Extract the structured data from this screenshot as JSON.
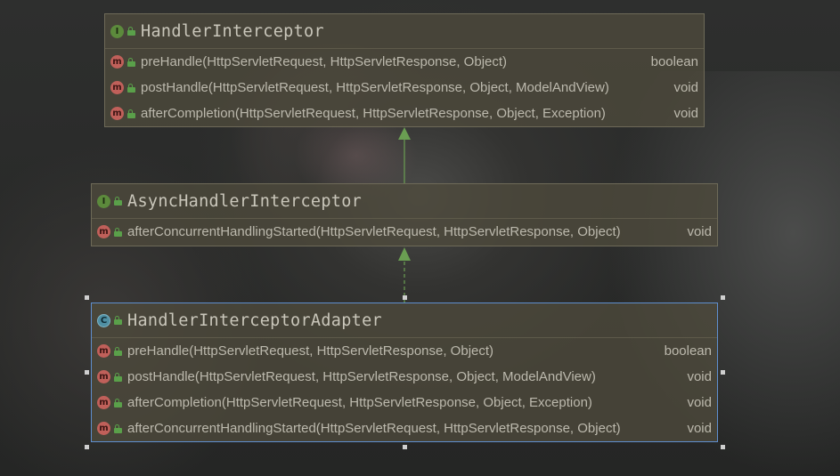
{
  "colors": {
    "interface_icon": "#5c8a3c",
    "class_icon": "#4f8fa3",
    "method_icon": "#c0605a",
    "edge": "#6a9e52",
    "selection_border": "#5f8fcf"
  },
  "classes": [
    {
      "kind": "interface",
      "kind_letter": "I",
      "name": "HandlerInterceptor",
      "methods": [
        {
          "icon_letter": "m",
          "signature": "preHandle(HttpServletRequest, HttpServletResponse, Object)",
          "return_type": "boolean"
        },
        {
          "icon_letter": "m",
          "signature": "postHandle(HttpServletRequest, HttpServletResponse, Object, ModelAndView)",
          "return_type": "void"
        },
        {
          "icon_letter": "m",
          "signature": "afterCompletion(HttpServletRequest, HttpServletResponse, Object, Exception)",
          "return_type": "void"
        }
      ]
    },
    {
      "kind": "interface",
      "kind_letter": "I",
      "name": "AsyncHandlerInterceptor",
      "methods": [
        {
          "icon_letter": "m",
          "signature": "afterConcurrentHandlingStarted(HttpServletRequest, HttpServletResponse, Object)",
          "return_type": "void"
        }
      ]
    },
    {
      "kind": "class",
      "kind_letter": "C",
      "name": "HandlerInterceptorAdapter",
      "selected": true,
      "methods": [
        {
          "icon_letter": "m",
          "signature": "preHandle(HttpServletRequest, HttpServletResponse, Object)",
          "return_type": "boolean"
        },
        {
          "icon_letter": "m",
          "signature": "postHandle(HttpServletRequest, HttpServletResponse, Object, ModelAndView)",
          "return_type": "void"
        },
        {
          "icon_letter": "m",
          "signature": "afterCompletion(HttpServletRequest, HttpServletResponse, Object, Exception)",
          "return_type": "void"
        },
        {
          "icon_letter": "m",
          "signature": "afterConcurrentHandlingStarted(HttpServletRequest, HttpServletResponse, Object)",
          "return_type": "void"
        }
      ]
    }
  ],
  "relations": [
    {
      "from": "AsyncHandlerInterceptor",
      "to": "HandlerInterceptor",
      "type": "extends",
      "style": "solid"
    },
    {
      "from": "HandlerInterceptorAdapter",
      "to": "AsyncHandlerInterceptor",
      "type": "implements",
      "style": "dashed"
    }
  ]
}
